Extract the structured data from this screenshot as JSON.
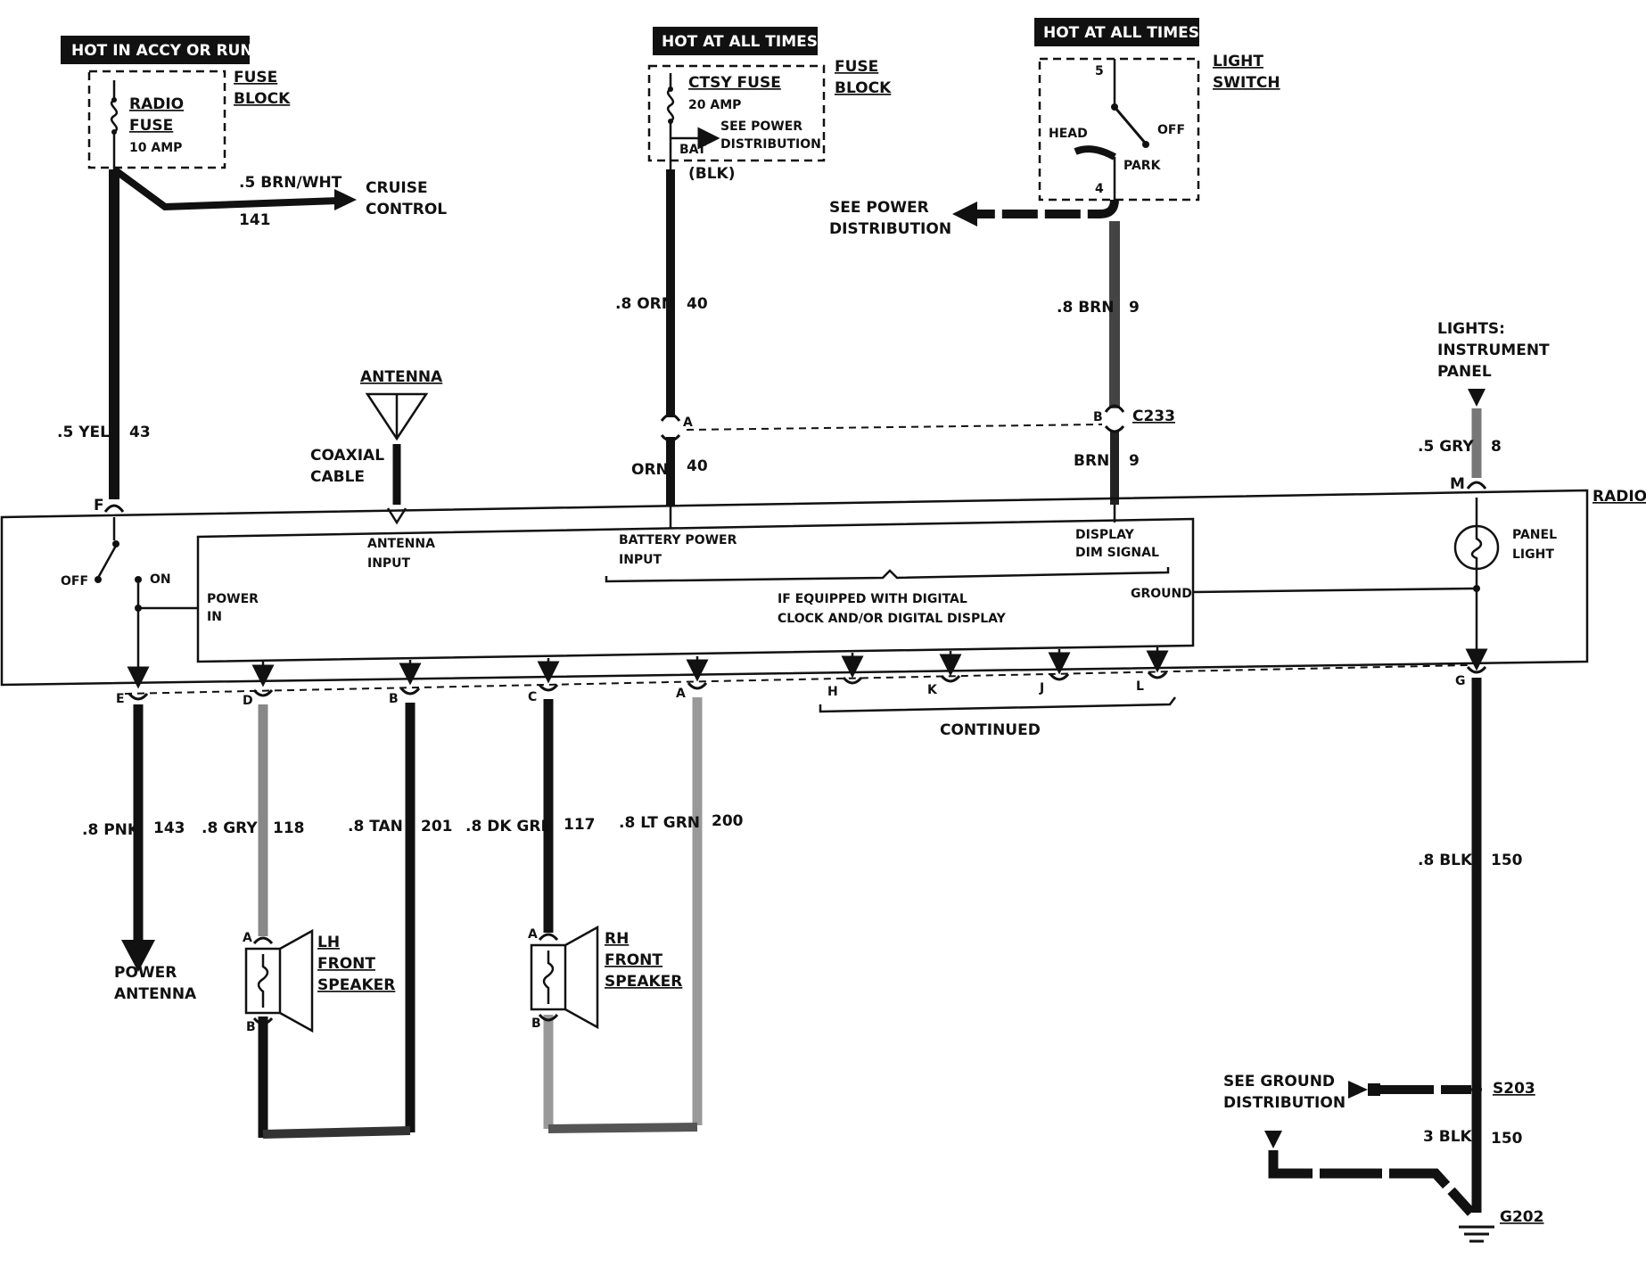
{
  "banners": {
    "left": "HOT IN ACCY OR RUN",
    "mid": "HOT AT ALL TIMES",
    "right": "HOT AT ALL TIMES"
  },
  "fuse_left": {
    "name_line1": "RADIO",
    "name_line2": "FUSE",
    "rating": "10 AMP",
    "block_line1": "FUSE",
    "block_line2": "BLOCK"
  },
  "fuse_mid": {
    "name": "CTSY FUSE",
    "rating": "20 AMP",
    "note_line1": "SEE POWER",
    "note_line2": "DISTRIBUTION",
    "bat": "BAT",
    "blk": "(BLK)",
    "block_line1": "FUSE",
    "block_line2": "BLOCK"
  },
  "light_switch": {
    "title_line1": "LIGHT",
    "title_line2": "SWITCH",
    "pos_head": "HEAD",
    "pos_off": "OFF",
    "pos_park": "PARK",
    "pin_top": "5",
    "pin_bottom": "4"
  },
  "wires": {
    "cruise_wire": ".5 BRN/WHT",
    "cruise_num": "141",
    "cruise_line1": "CRUISE",
    "cruise_line2": "CONTROL",
    "see_power_line1": "SEE POWER",
    "see_power_line2": "DISTRIBUTION",
    "orn_wire": ".8 ORN",
    "orn_num": "40",
    "brn_wire": ".8 BRN",
    "brn_num": "9",
    "yel_wire": ".5 YEL",
    "yel_num": "43",
    "orn2_wire": "ORN",
    "orn2_num": "40",
    "brn2_wire": "BRN",
    "brn2_num": "9",
    "gry_wire": ".5 GRY",
    "gry_num": "8",
    "pnk_wire": ".8 PNK",
    "pnk_num": "143",
    "gry2_wire": ".8 GRY",
    "gry2_num": "118",
    "tan_wire": ".8 TAN",
    "tan_num": "201",
    "dkgrn_wire": ".8 DK GRN",
    "dkgrn_num": "117",
    "ltgrn_wire": ".8 LT GRN",
    "ltgrn_num": "200",
    "blk_wire": ".8 BLK",
    "blk_num": "150",
    "blk3_wire": "3 BLK",
    "blk3_num": "150"
  },
  "antenna": {
    "title": "ANTENNA",
    "coax_line1": "COAXIAL",
    "coax_line2": "CABLE"
  },
  "connector": {
    "c233": "C233",
    "pin_a": "A",
    "pin_b": "B"
  },
  "instrument": {
    "line1": "LIGHTS:",
    "line2": "INSTRUMENT",
    "line3": "PANEL"
  },
  "radio": {
    "title": "RADIO",
    "off": "OFF",
    "on": "ON",
    "power_in_line1": "POWER",
    "power_in_line2": "IN",
    "antenna_input_line1": "ANTENNA",
    "antenna_input_line2": "INPUT",
    "battery_line1": "BATTERY POWER",
    "battery_line2": "INPUT",
    "display_line1": "DISPLAY",
    "display_line2": "DIM SIGNAL",
    "ground": "GROUND",
    "digital_line1": "IF EQUIPPED WITH DIGITAL",
    "digital_line2": "CLOCK AND/OR DIGITAL DISPLAY",
    "panel_line1": "PANEL",
    "panel_line2": "LIGHT"
  },
  "pins_top": {
    "f": "F",
    "m": "M"
  },
  "pins_bottom": {
    "e": "E",
    "d": "D",
    "b": "B",
    "c": "C",
    "a": "A",
    "h": "H",
    "k": "K",
    "j": "J",
    "l": "L",
    "g": "G"
  },
  "continued": "CONTINUED",
  "power_antenna": {
    "line1": "POWER",
    "line2": "ANTENNA"
  },
  "lh_speaker": {
    "line1": "LH",
    "line2": "FRONT",
    "line3": "SPEAKER",
    "pin_a": "A",
    "pin_b": "B"
  },
  "rh_speaker": {
    "line1": "RH",
    "line2": "FRONT",
    "line3": "SPEAKER",
    "pin_a": "A",
    "pin_b": "B"
  },
  "ground": {
    "see_line1": "SEE GROUND",
    "see_line2": "DISTRIBUTION",
    "s203": "S203",
    "g202": "G202"
  }
}
